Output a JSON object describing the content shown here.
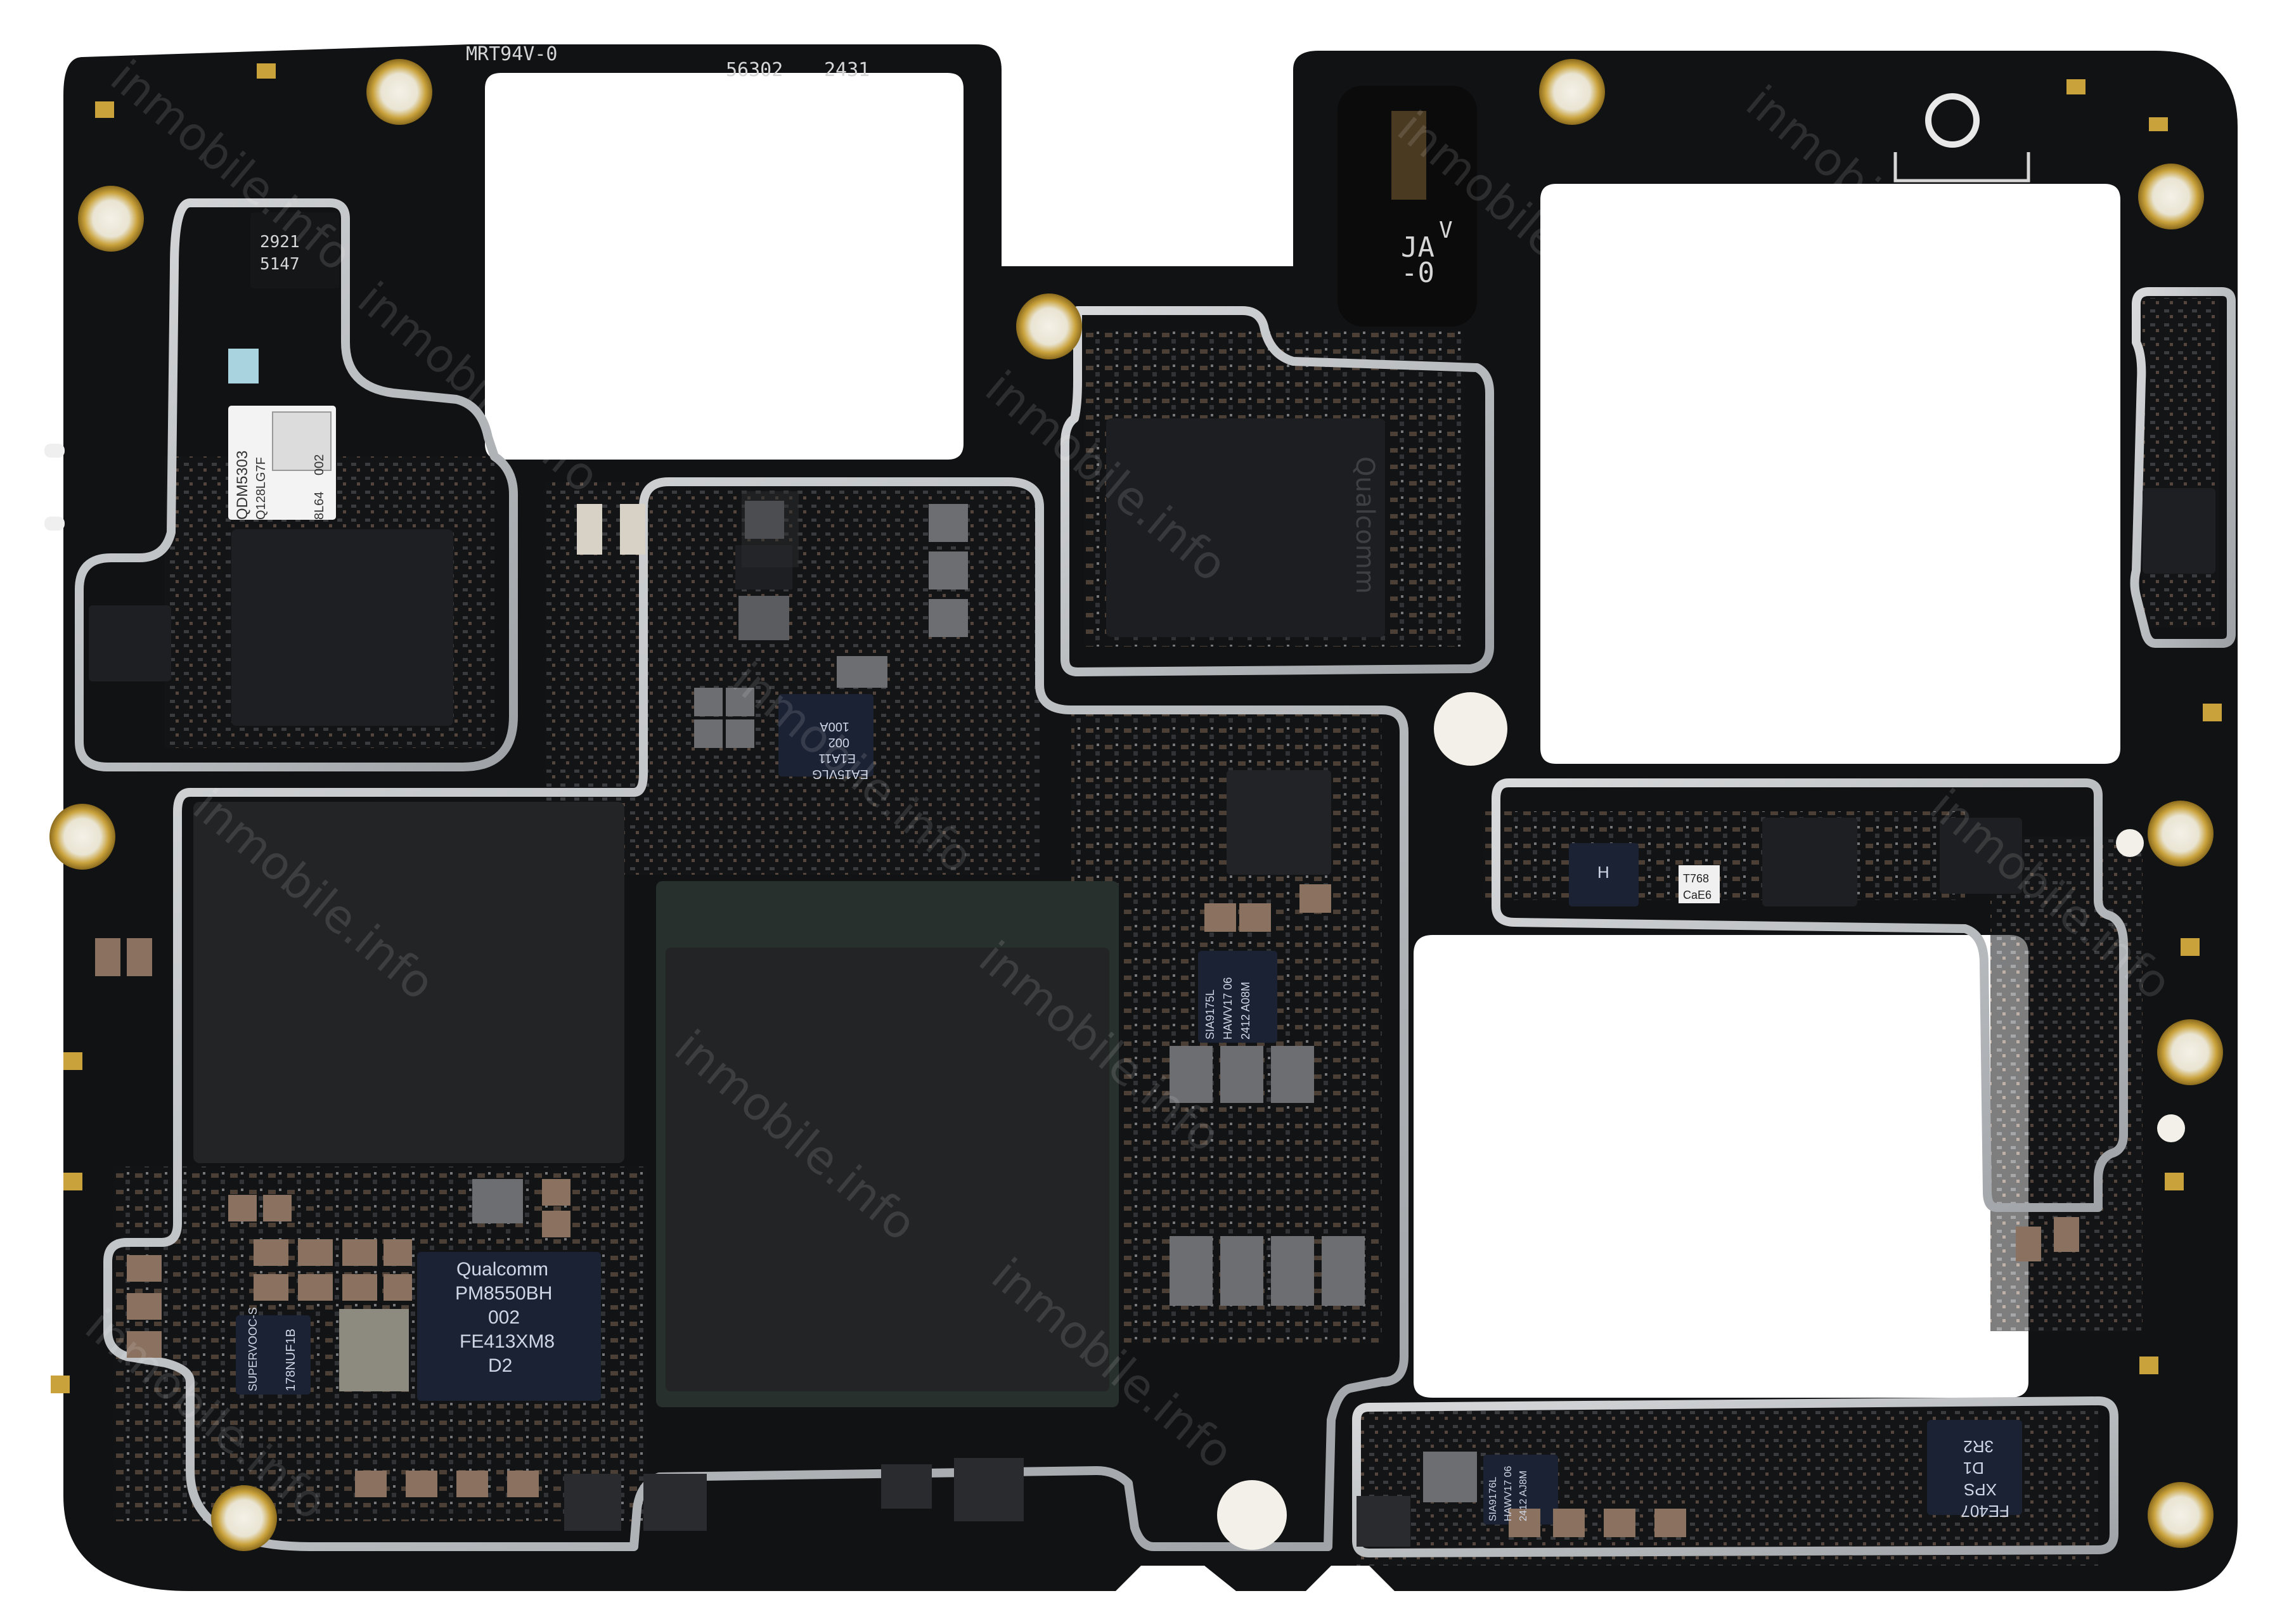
{
  "colors": {
    "background": "#ffffff",
    "pcb": "#111213",
    "pcb_edge": "#1b1c1e",
    "shield_frame": "#b9bcbf",
    "chip_dark": "#1e1f22",
    "chip_blue": "#1b2233",
    "gold": "#c9a23c",
    "component_tan": "#8a7160",
    "component_grey": "#5d5f63",
    "silk": "#d6d6d6"
  },
  "labels": {
    "board_code": "MRT94V-0",
    "board_number": "56302",
    "date_code": "2431",
    "ja_marking": "JA",
    "ja_marking_sub": "-0",
    "v_marking": "V",
    "t768": "T768",
    "cae6": "CaE6",
    "label_2921": "2921",
    "label_5147": "5147",
    "qdm_chip": "QDM5303",
    "qdm_sub": "Q128LG7F",
    "qdm_sub2": "8L64",
    "qdm_sub3": "002",
    "pmic_line1": "Qualcomm",
    "pmic_line2": "PM8550BH",
    "pmic_line3": "002",
    "pmic_line4": "FE413XM8",
    "pmic_line5": "D2",
    "supervooc": "SUPERVOOC-S",
    "left_chip": "178NUF1B",
    "qualcomm_rot": "Qualcomm",
    "mid_chip_1": "EA15VLG",
    "mid_chip_2": "E1A11",
    "mid_chip_3": "002",
    "mid_chip_4": "100A",
    "sia_1": "SIA9175L",
    "sia_1b": "HAWV17 06",
    "sia_1c": "2412 A08M",
    "sia_2": "SIA9176L",
    "sia_2b": "HAWV17 06",
    "sia_2c": "2412 AJ8M",
    "xps_1": "FE407",
    "xps_2": "XPS",
    "xps_3": "D1",
    "xps_4": "3R2",
    "hxp": "H",
    "watermark": "inmobile.info"
  }
}
